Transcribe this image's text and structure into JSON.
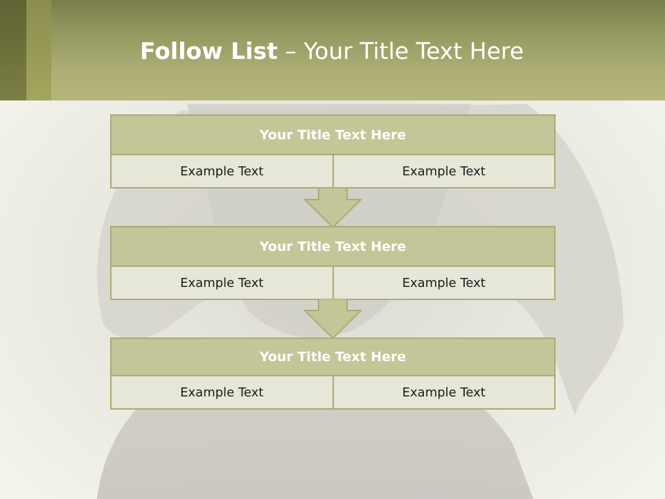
{
  "header": {
    "title_bold": "Follow List",
    "title_rest": " – Your Title Text Here"
  },
  "blocks": [
    {
      "title": "Your Title Text Here",
      "cells": [
        "Example Text",
        "Example Text"
      ]
    },
    {
      "title": "Your Title Text Here",
      "cells": [
        "Example Text",
        "Example Text"
      ]
    },
    {
      "title": "Your Title Text Here",
      "cells": [
        "Example Text",
        "Example Text"
      ]
    }
  ],
  "colors": {
    "header": "#a3a66b",
    "block_title_bg": "#c4c698",
    "block_cell_bg": "#e6e7d8",
    "border": "#a9ab74",
    "arrow_fill": "#c4c698"
  },
  "icons": [
    "down-arrow-icon",
    "down-arrow-icon"
  ]
}
